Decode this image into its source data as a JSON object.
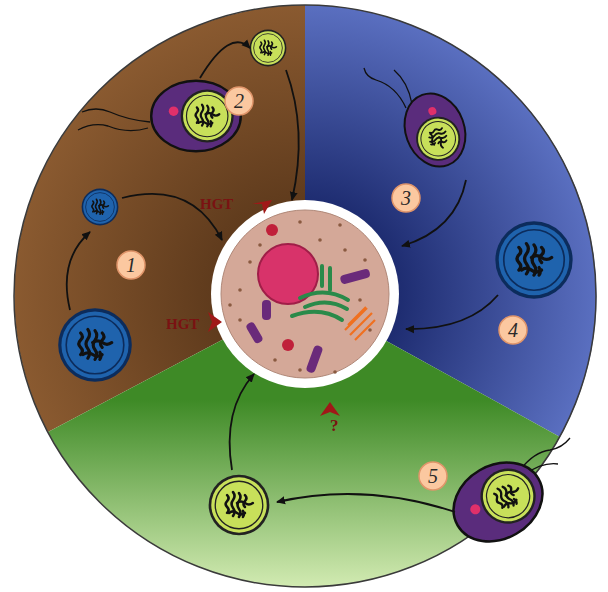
{
  "diagram": {
    "nodes": [
      {
        "text": [
          "1"
        ]
      },
      {
        "text": [
          "2"
        ]
      },
      {
        "text": [
          "3"
        ]
      },
      {
        "text": [
          "4"
        ]
      },
      {
        "text": [
          "5"
        ]
      }
    ],
    "labels": [
      "HGT",
      "HGT",
      "?"
    ]
  }
}
